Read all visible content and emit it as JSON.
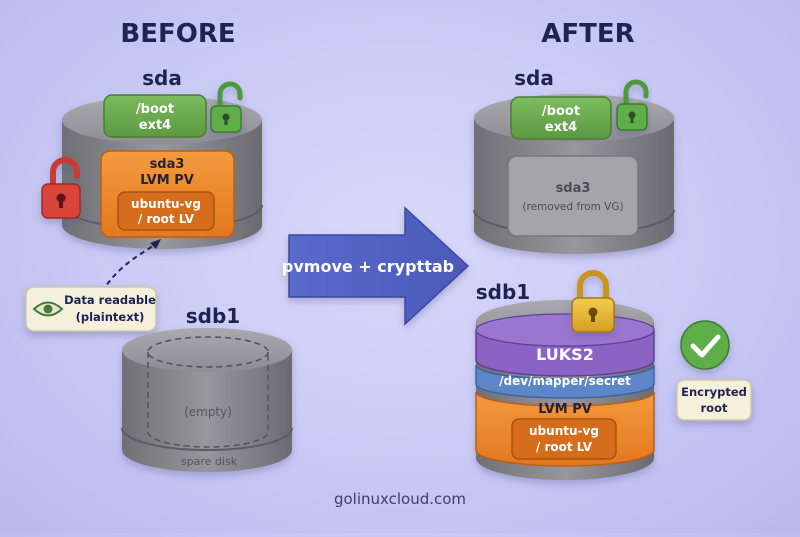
{
  "headings": {
    "before": "BEFORE",
    "after": "AFTER"
  },
  "before": {
    "sda": {
      "label": "sda",
      "boot": {
        "line1": "/boot",
        "line2": "ext4"
      },
      "sda3": {
        "line1": "sda3",
        "line2": "LVM PV",
        "lv_line1": "ubuntu-vg",
        "lv_line2": "/ root LV"
      }
    },
    "callout": {
      "line1": "Data readable",
      "line2": "(plaintext)"
    },
    "sdb1": {
      "label": "sdb1",
      "content": "(empty)",
      "caption": "spare disk"
    }
  },
  "arrow": {
    "label": "pvmove + crypttab"
  },
  "after": {
    "sda": {
      "label": "sda",
      "boot": {
        "line1": "/boot",
        "line2": "ext4"
      },
      "sda3": {
        "line1": "sda3",
        "line2": "(removed from VG)"
      }
    },
    "sdb1": {
      "label": "sdb1",
      "luks": "LUKS2",
      "mapper": "/dev/mapper/secret",
      "pv": {
        "line1": "LVM PV",
        "lv_line1": "ubuntu-vg",
        "lv_line2": "/ root LV"
      }
    },
    "badge": {
      "line1": "Encrypted",
      "line2": "root"
    }
  },
  "colors": {
    "green": "#6aa84f",
    "orange": "#ef8a2e",
    "gray": "#8c8c8c",
    "purple": "#8a63c4",
    "blue": "#5d86c9",
    "red": "#d9443b",
    "lock_gold": "#e8b83a",
    "arrow": "#5566c9",
    "heading": "#1d2452"
  },
  "footer": "golinuxcloud.com"
}
